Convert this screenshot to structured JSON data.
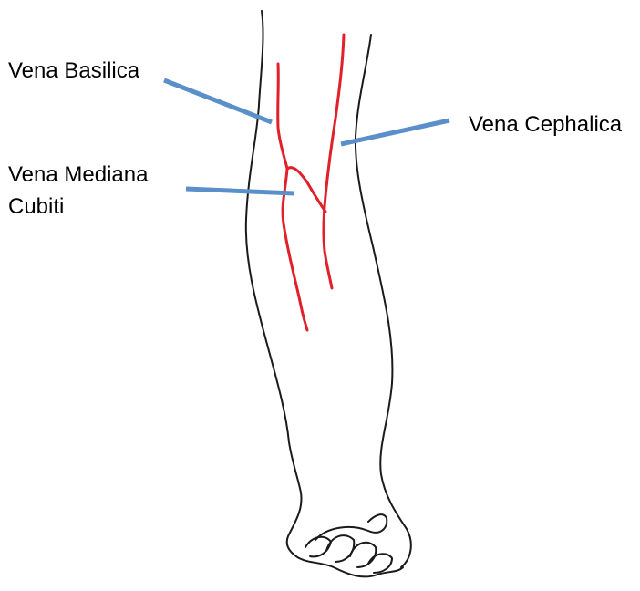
{
  "labels": {
    "basilica": "Vena Basilica",
    "cephalica": "Vena Cephalica",
    "mediana_line1": "Vena Mediana",
    "mediana_line2": "Cubiti"
  },
  "colors": {
    "vein": "#e0202a",
    "outline": "#1a1a1a",
    "leader": "#5b8fc9",
    "background": "#ffffff"
  }
}
